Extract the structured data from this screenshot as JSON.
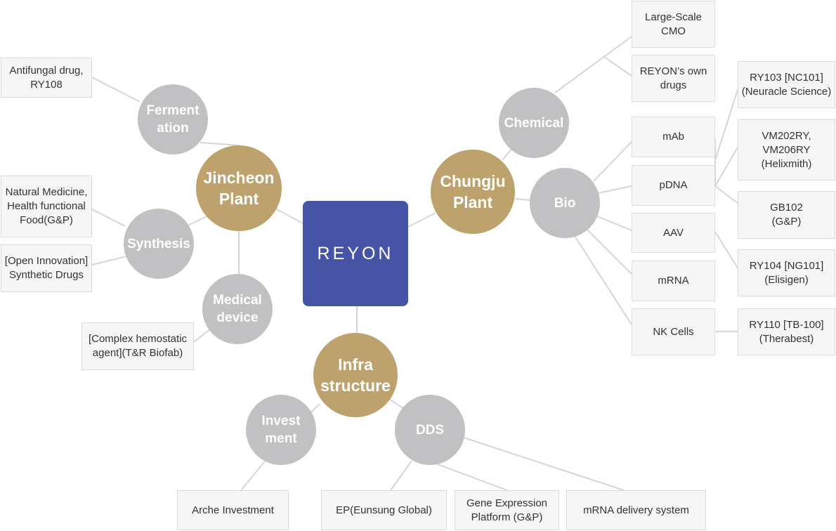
{
  "center": {
    "label": "REYON"
  },
  "plants": {
    "jincheon": "Jincheon\nPlant",
    "chungju": "Chungju\nPlant",
    "infra": "Infra\nstructure"
  },
  "categories": {
    "fermentation": "Ferment\nation",
    "synthesis": "Synthesis",
    "medical_device": "Medical\ndevice",
    "chemical": "Chemical",
    "bio": "Bio",
    "investment": "Invest\nment",
    "dds": "DDS"
  },
  "jincheon_items": {
    "antifungal": "Antifungal drug,\nRY108",
    "natural_medicine": "Natural Medicine,\nHealth functional\nFood(G&P)",
    "open_innovation": "[Open Innovation]\nSynthetic Drugs",
    "hemostatic": "[Complex hemostatic\nagent](T&R Biofab)"
  },
  "chemical_items": {
    "large_scale": "Large-Scale\nCMO",
    "own_drugs": "REYON’s own\ndrugs"
  },
  "bio_items": {
    "mab": "mAb",
    "pdna": "pDNA",
    "aav": "AAV",
    "mrna": "mRNA",
    "nk_cells": "NK Cells"
  },
  "bio_products": {
    "ry103": "RY103 [NC101]\n(Neuracle Science)",
    "vm202": "VM202RY,\nVM206RY\n(Helixmith)",
    "gb102": "GB102\n(G&P)",
    "ry104": "RY104 [NG101]\n(Elisigen)",
    "ry110": "RY110 [TB-100]\n(Therabest)"
  },
  "infra_items": {
    "arche": "Arche Investment",
    "ep": "EP(Eunsung Global)",
    "gene_expression": "Gene Expression\nPlatform (G&P)",
    "mrna_delivery": "mRNA delivery system"
  }
}
